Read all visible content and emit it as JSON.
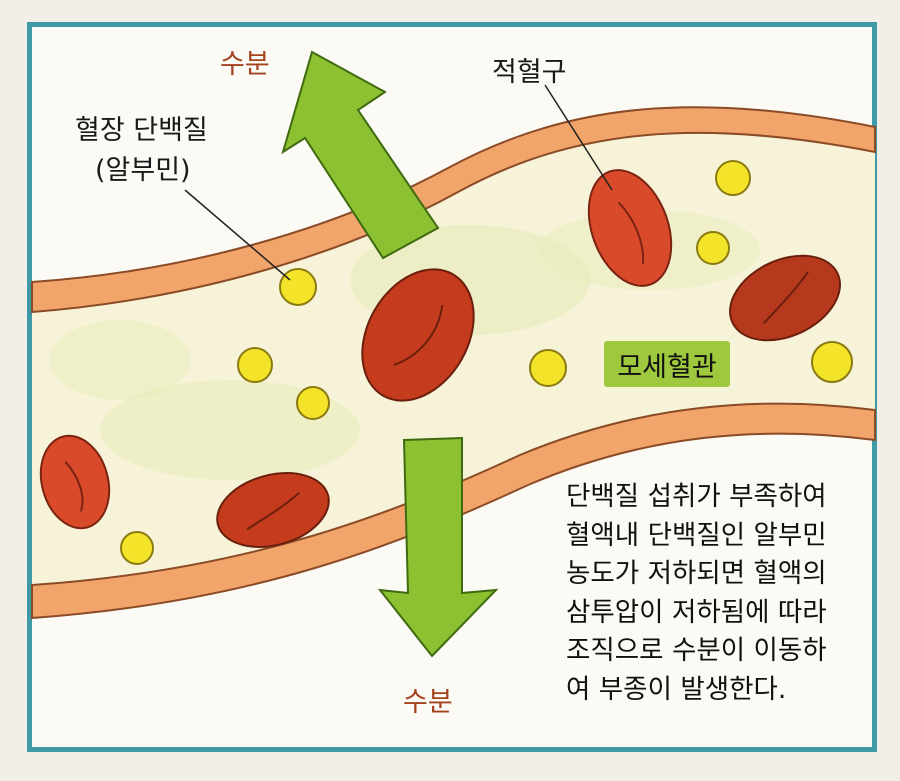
{
  "labels": {
    "water_top": "수분",
    "water_bottom": "수분",
    "plasma_protein": "혈장 단백질",
    "albumin": "(알부민)",
    "red_blood_cell": "적혈구",
    "capillary": "모세혈관"
  },
  "description_lines": [
    "단백질 섭취가 부족하여",
    "혈액내 단백질인 알부민",
    "농도가 저하되면 혈액의",
    "삼투압이 저하됨에 따라",
    "조직으로 수분이 이동하",
    "여 부종이 발생한다."
  ],
  "colors": {
    "frame": "#3f9aa8",
    "vessel_wall": "#f2a56b",
    "vessel_wall_edge": "#8a4b26",
    "arrow": "#8cc231",
    "red_cell": "#d94a2a",
    "red_cell_dark": "#b23a1d",
    "albumin": "#f3e42a",
    "label_box": "#9ec83e",
    "water_text": "#a4411e"
  }
}
